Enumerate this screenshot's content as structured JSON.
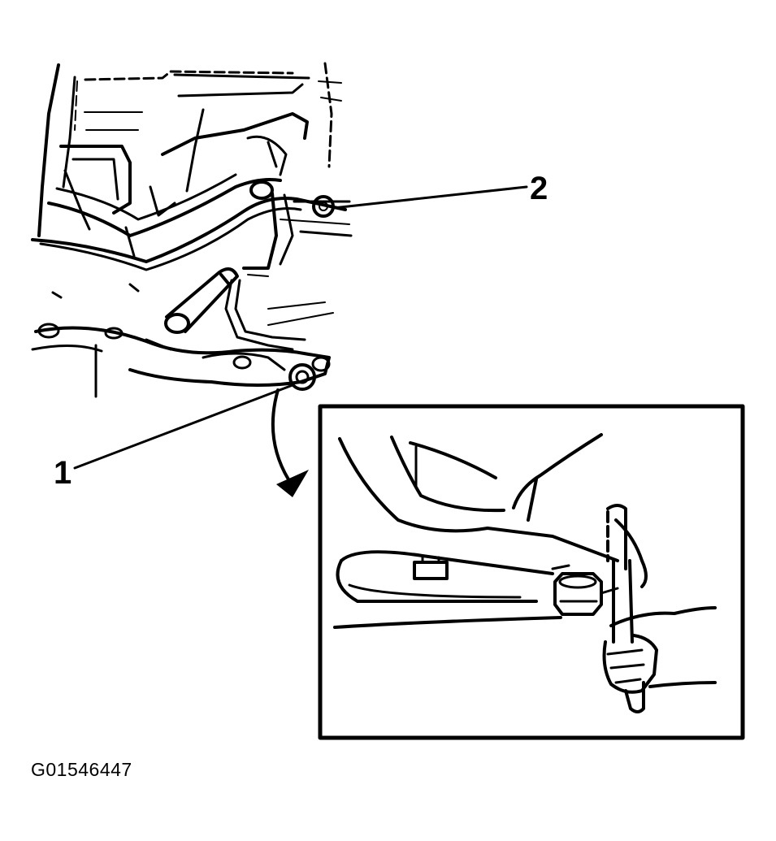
{
  "diagram": {
    "callouts": [
      {
        "id": "1",
        "label": "1"
      },
      {
        "id": "2",
        "label": "2"
      }
    ],
    "figure_id": "G01546447",
    "colors": {
      "ink": "#000000",
      "background": "#ffffff"
    }
  }
}
